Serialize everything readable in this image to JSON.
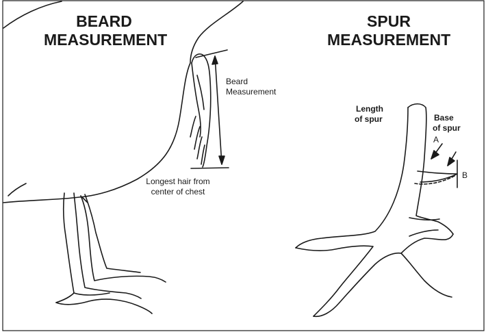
{
  "beard": {
    "title_line1": "BEARD",
    "title_line2": "MEASUREMENT",
    "measure_line1": "Beard",
    "measure_line2": "Measurement",
    "note_line1": "Longest hair from",
    "note_line2": "center of chest"
  },
  "spur": {
    "title_line1": "SPUR",
    "title_line2": "MEASUREMENT",
    "length_line1": "Length",
    "length_line2": "of spur",
    "base_line1": "Base",
    "base_line2": "of spur",
    "marker_a": "A",
    "marker_b": "B"
  },
  "colors": {
    "line": "#1a1a1a",
    "background": "#ffffff"
  }
}
